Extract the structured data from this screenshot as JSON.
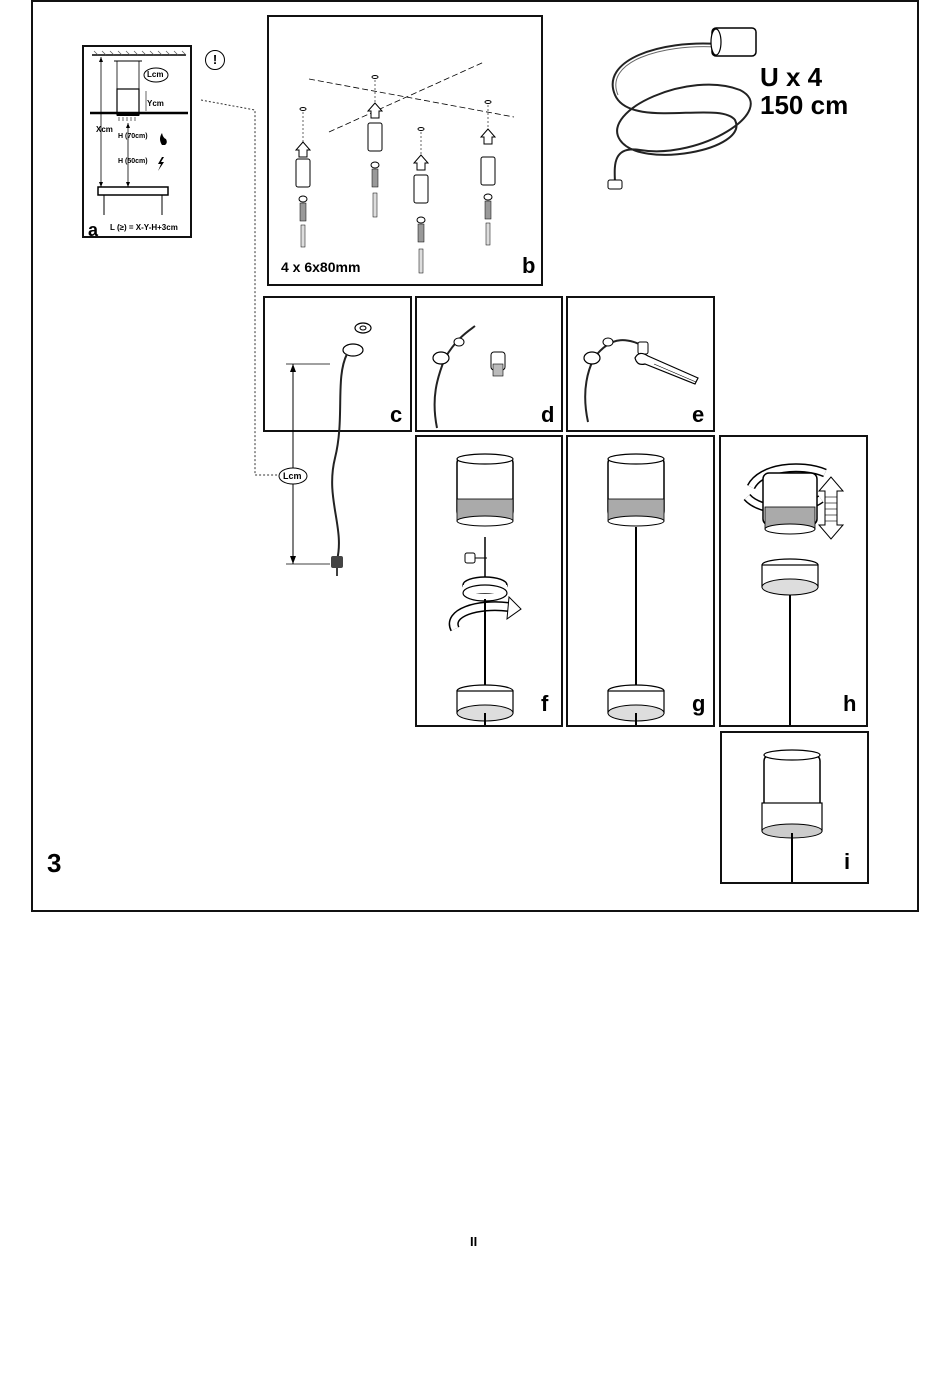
{
  "figure_number": "3",
  "page_label": "II",
  "panels": {
    "a": {
      "letter": "a",
      "l_label": "Lcm",
      "y_label": "Ycm",
      "x_label": "Xcm",
      "h_gas": "H (70cm)",
      "h_electric": "H (50cm)",
      "formula": "L (≥) = X-Y-H+3cm",
      "warning_icon": "exclamation-icon"
    },
    "b": {
      "letter": "b",
      "screws": "4 x 6x80mm"
    },
    "cable": {
      "line1": "U x 4",
      "line2": "150 cm"
    },
    "c": {
      "letter": "c",
      "l_label": "Lcm"
    },
    "d": {
      "letter": "d"
    },
    "e": {
      "letter": "e"
    },
    "f": {
      "letter": "f"
    },
    "g": {
      "letter": "g"
    },
    "h": {
      "letter": "h"
    },
    "i": {
      "letter": "i"
    }
  }
}
